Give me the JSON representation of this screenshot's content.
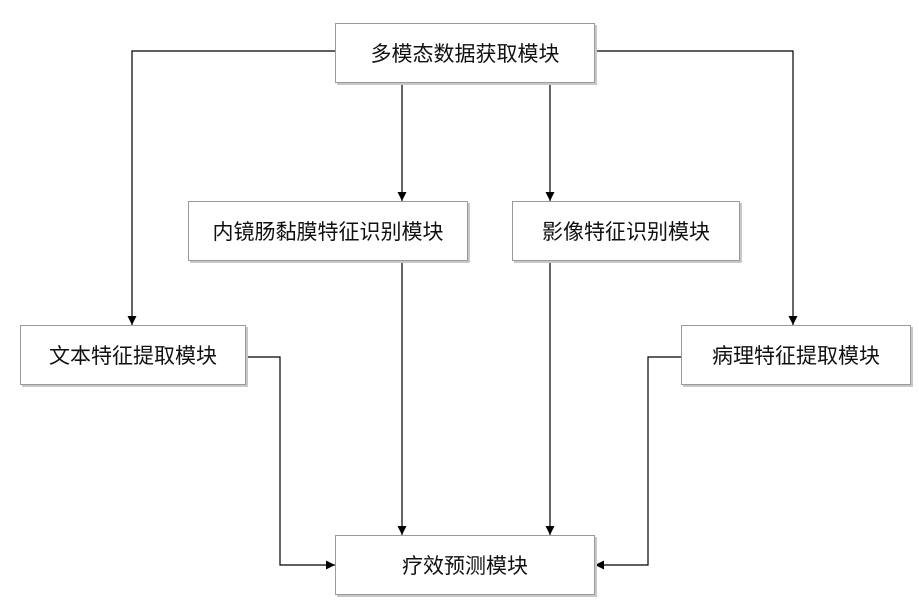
{
  "diagram": {
    "nodes": [
      {
        "id": "acq",
        "label": "多模态数据获取模块"
      },
      {
        "id": "endo",
        "label": "内镜肠黏膜特征识别模块"
      },
      {
        "id": "img",
        "label": "影像特征识别模块"
      },
      {
        "id": "text",
        "label": "文本特征提取模块"
      },
      {
        "id": "path",
        "label": "病理特征提取模块"
      },
      {
        "id": "pred",
        "label": "疗效预测模块"
      }
    ],
    "edges": [
      {
        "from": "acq",
        "to": "text"
      },
      {
        "from": "acq",
        "to": "endo"
      },
      {
        "from": "acq",
        "to": "img"
      },
      {
        "from": "acq",
        "to": "path"
      },
      {
        "from": "endo",
        "to": "pred"
      },
      {
        "from": "img",
        "to": "pred"
      },
      {
        "from": "text",
        "to": "pred"
      },
      {
        "from": "path",
        "to": "pred"
      }
    ],
    "colors": {
      "line": "#000000",
      "border": "#9a9a9a",
      "shadow": "#c8c8c8"
    }
  }
}
